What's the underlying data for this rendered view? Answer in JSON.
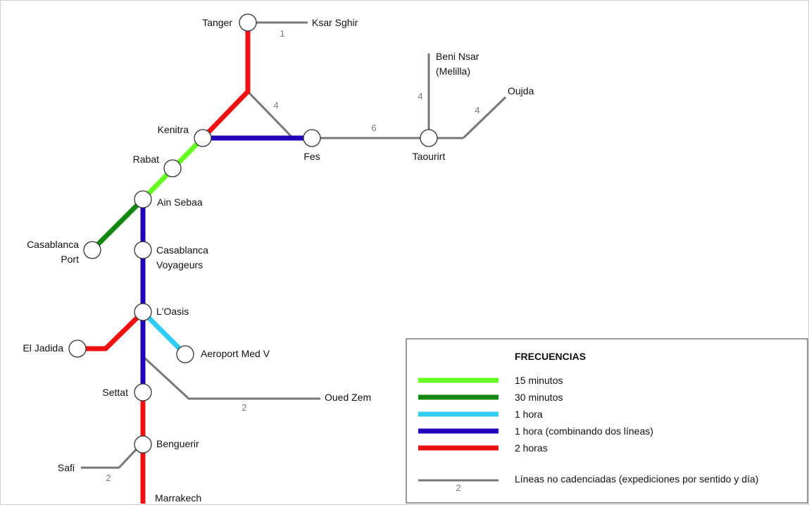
{
  "colors": {
    "green_light": "#66ff22",
    "green_dark": "#118811",
    "cyan": "#33ccf2",
    "blue": "#2200bb",
    "red": "#ee1111",
    "gray": "#777777"
  },
  "stations": {
    "tanger": "Tanger",
    "ksar_sghir": "Ksar Sghir",
    "beni_nsar_1": "Beni Nsar",
    "beni_nsar_2": "(Melilla)",
    "oujda": "Oujda",
    "kenitra": "Kenitra",
    "fes": "Fes",
    "taourirt": "Taourirt",
    "rabat": "Rabat",
    "ain_sebaa": "Ain Sebaa",
    "casa_port_1": "Casablanca",
    "casa_port_2": "Port",
    "casa_voy_1": "Casablanca",
    "casa_voy_2": "Voyageurs",
    "oasis": "L'Oasis",
    "el_jadida": "El Jadida",
    "aeroport": "Aeroport Med V",
    "settat": "Settat",
    "oued_zem": "Oued Zem",
    "benguerir": "Benguerir",
    "safi": "Safi",
    "marrakech": "Marrakech"
  },
  "trip_counts": {
    "tanger_ksar": "1",
    "tanger_fes": "4",
    "fes_taourirt": "6",
    "beni_nsar": "4",
    "oujda": "4",
    "oued_zem": "2",
    "safi": "2"
  },
  "legend": {
    "title": "FRECUENCIAS",
    "items": [
      {
        "label": "15 minutos",
        "color": "#66ff22"
      },
      {
        "label": "30 minutos",
        "color": "#118811"
      },
      {
        "label": "1 hora",
        "color": "#33ccf2"
      },
      {
        "label": "1 hora (combinando dos líneas)",
        "color": "#2200bb"
      },
      {
        "label": "2 horas",
        "color": "#ee1111"
      }
    ],
    "non_cadenced_label": "Líneas no cadenciadas (expediciones por sentido y día)",
    "non_cadenced_sample": "2"
  }
}
